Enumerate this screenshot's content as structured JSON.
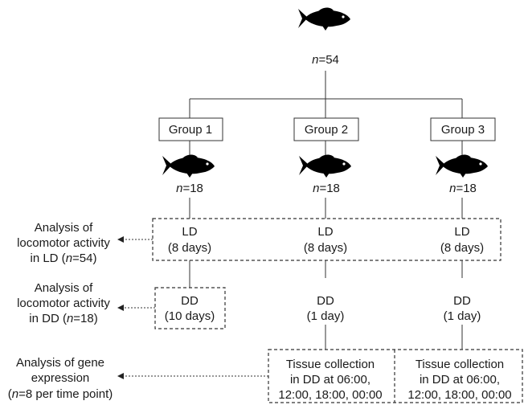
{
  "top": {
    "n_prefix": "n",
    "n_value": "=54"
  },
  "groups": [
    {
      "label": "Group 1",
      "n_prefix": "n",
      "n_value": "=18",
      "ld": "LD",
      "ld_days": "(8 days)",
      "dd": "DD",
      "dd_days": "(10 days)"
    },
    {
      "label": "Group 2",
      "n_prefix": "n",
      "n_value": "=18",
      "ld": "LD",
      "ld_days": "(8 days)",
      "dd": "DD",
      "dd_days": "(1 day)"
    },
    {
      "label": "Group 3",
      "n_prefix": "n",
      "n_value": "=18",
      "ld": "LD",
      "ld_days": "(8 days)",
      "dd": "DD",
      "dd_days": "(1 day)"
    }
  ],
  "tissue": {
    "line1": "Tissue collection",
    "line2": "in DD at 06:00,",
    "line3": "12:00, 18:00, 00:00"
  },
  "analysis": [
    {
      "line1": "Analysis of",
      "line2": "locomotor activity",
      "line3_pre": "in LD (",
      "line3_n": "n",
      "line3_post": "=54)"
    },
    {
      "line1": "Analysis of",
      "line2": "locomotor activity",
      "line3_pre": "in DD (",
      "line3_n": "n",
      "line3_post": "=18)"
    },
    {
      "line1": "Analysis of gene",
      "line2": "expression",
      "line3_pre": "(",
      "line3_n": "n",
      "line3_post": "=8 per time point)"
    }
  ]
}
